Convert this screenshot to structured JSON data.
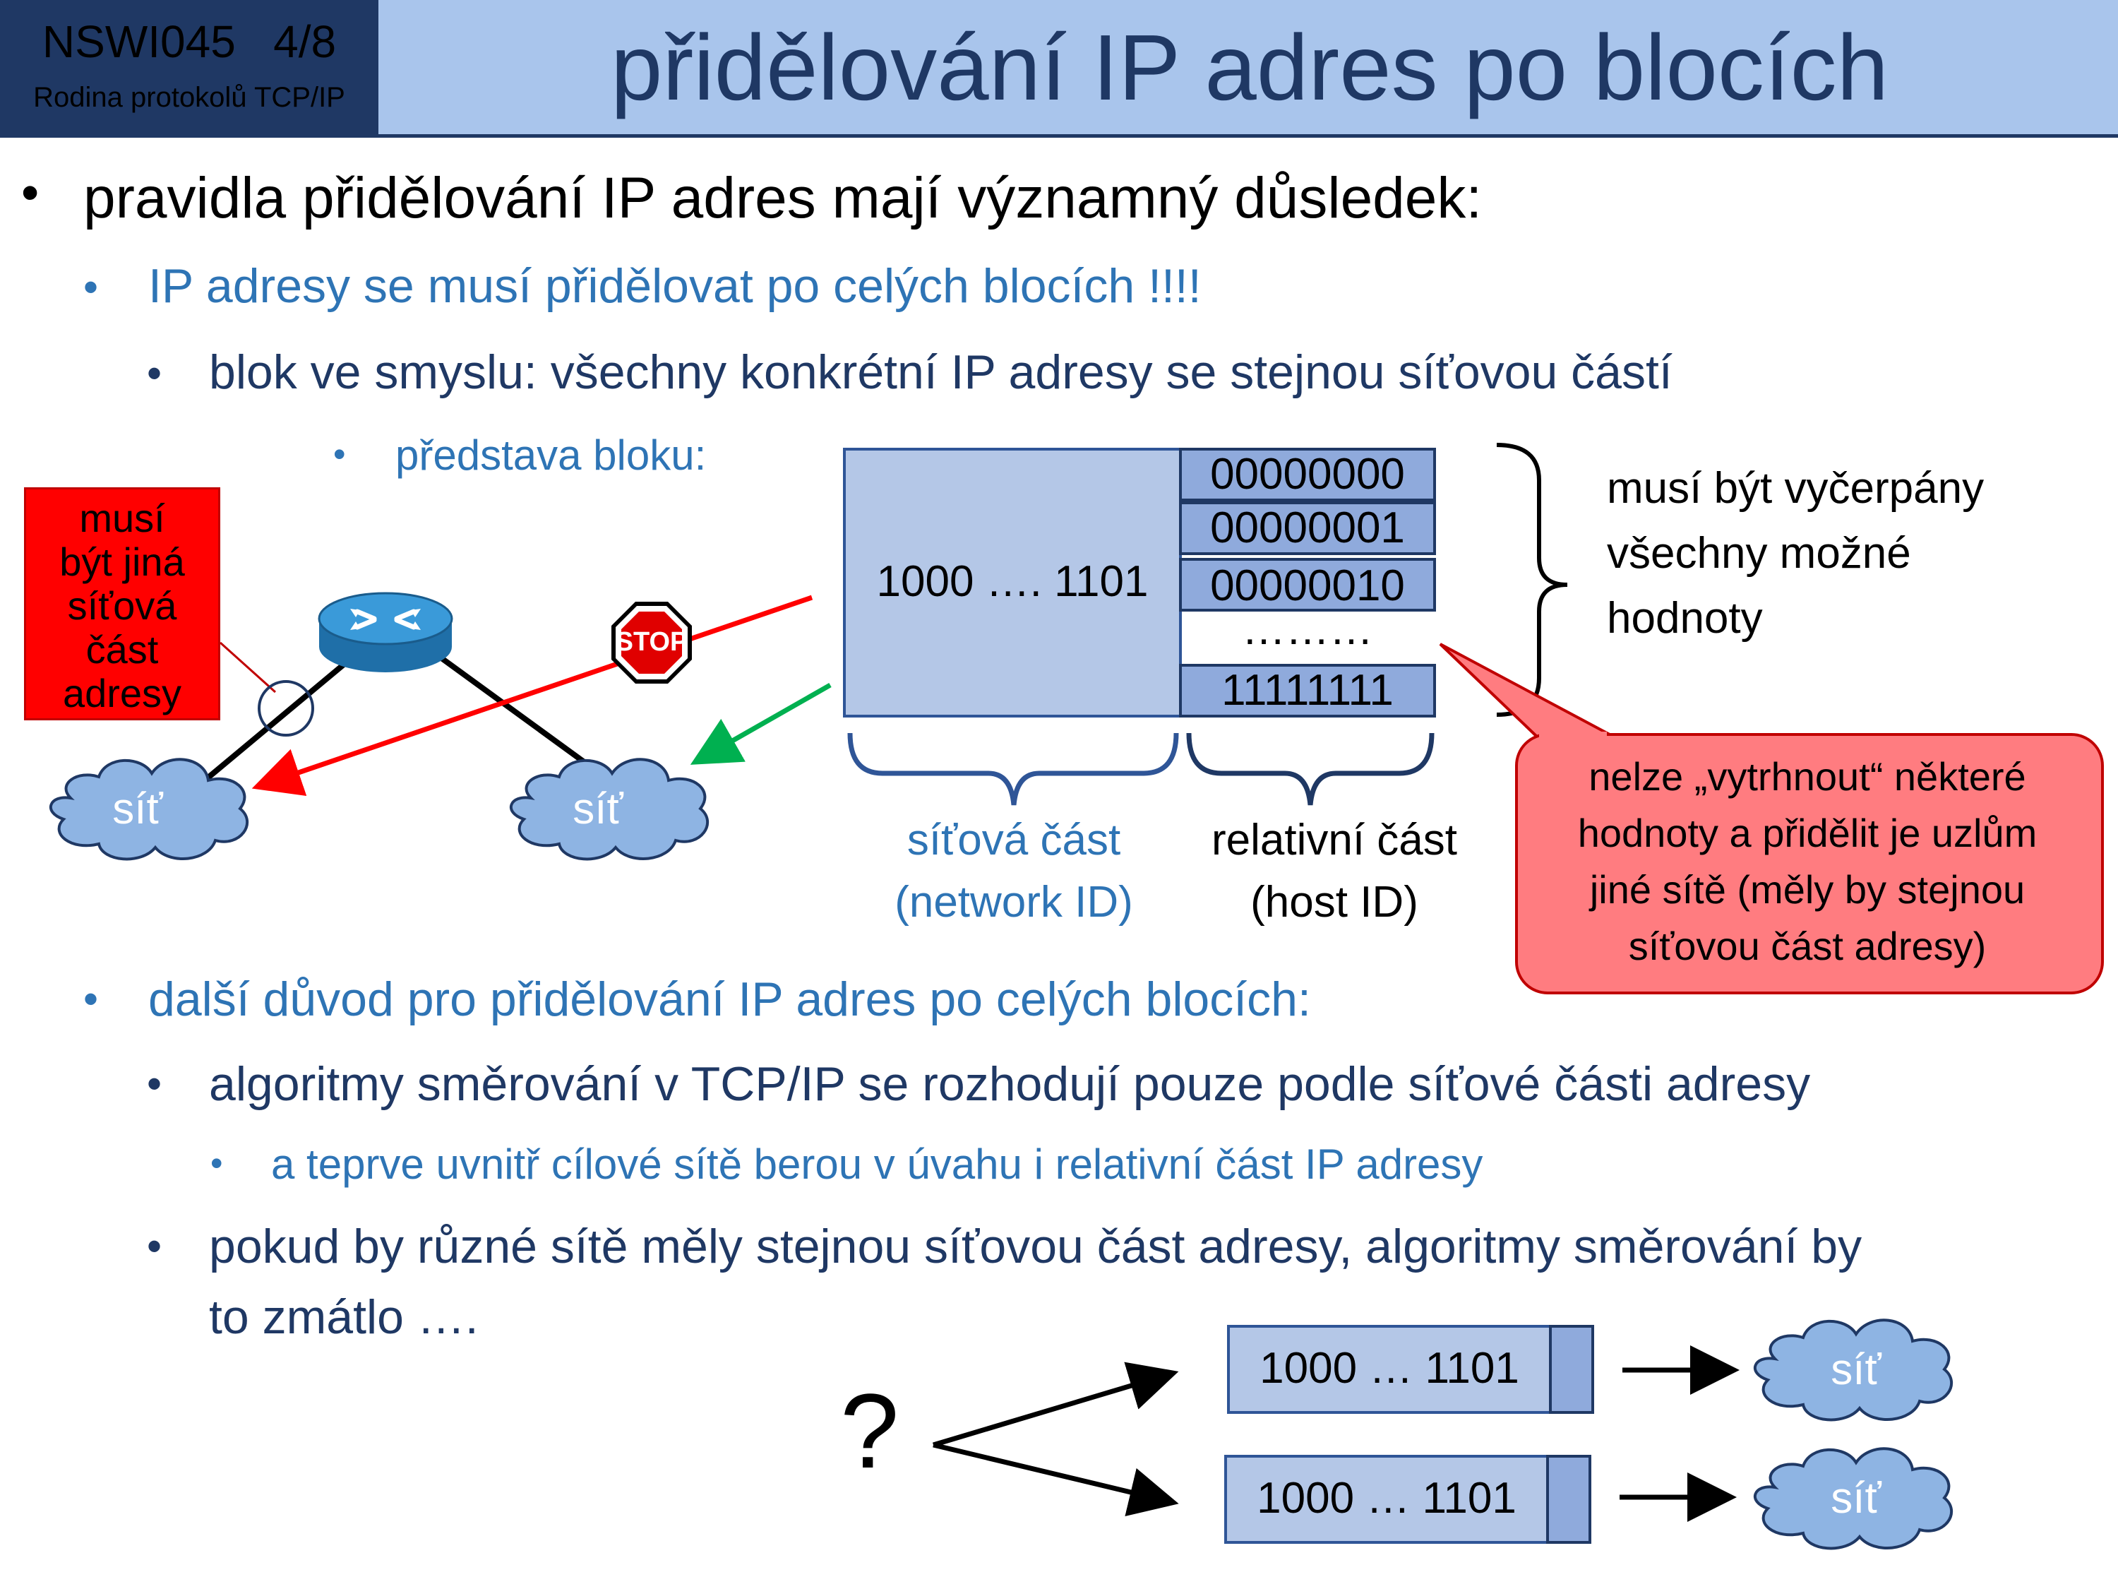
{
  "header": {
    "course_code": "NSWI045   4/8",
    "course_subtitle": "Rodina protokolů TCP/IP",
    "title": "přidělování IP adres po blocích"
  },
  "bullets": {
    "b1": "pravidla přidělování IP adres mají významný důsledek:",
    "b1_1": "IP adresy se musí přidělovat po celých blocích !!!!",
    "b1_1_1": "blok ve smyslu: všechny konkrétní IP adresy se stejnou síťovou částí",
    "b1_1_1_1": "představa bloku:",
    "b2": "další důvod pro přidělování  IP adres po celých blocích:",
    "b2_1": "algoritmy směrování v TCP/IP se rozhodují pouze podle síťové části adresy",
    "b2_1_1": "a teprve uvnitř cílové sítě berou v úvahu i relativní část IP adresy",
    "b2_2_line1": "pokud by různé sítě měly stejnou síťovou část adresy, algoritmy směrování by",
    "b2_2_line2": "to zmátlo …."
  },
  "block": {
    "network_part": "1000 …. 1101",
    "host_values": [
      "00000000",
      "00000001",
      "00000010",
      "………",
      "11111111"
    ],
    "network_label_1": "síťová část",
    "network_label_2": "(network ID)",
    "host_label_1": "relativní část",
    "host_label_2": "(host ID)",
    "brace_text_1": "musí být vyčerpány",
    "brace_text_2": "všechny možné",
    "brace_text_3": "hodnoty"
  },
  "callouts": {
    "red_box": [
      "musí",
      "být jiná",
      "síťová",
      "část",
      "adresy"
    ],
    "pink_box": [
      "nelze „vytrhnout“ některé",
      "hodnoty a přidělit je uzlům",
      "jiné sítě  (měly by stejnou",
      "síťovou část adresy)"
    ]
  },
  "network": {
    "cloud_label": "síť",
    "stop_sign": "STOP"
  },
  "routing": {
    "question": "?",
    "address_1": "1000 … 1101",
    "address_2": "1000 … 1101",
    "cloud_label": "síť"
  },
  "colors": {
    "header_bg": "#a9c5ec",
    "header_dark": "#1f3864",
    "box_fill": "#b4c7e7",
    "host_fill": "#8faadc",
    "red": "#ff0000",
    "pink": "#ff7c80",
    "cloud": "#8eb4e3",
    "green_arrow": "#00b050"
  },
  "icons": [
    "router-icon",
    "stop-sign-icon",
    "cloud-icon"
  ]
}
